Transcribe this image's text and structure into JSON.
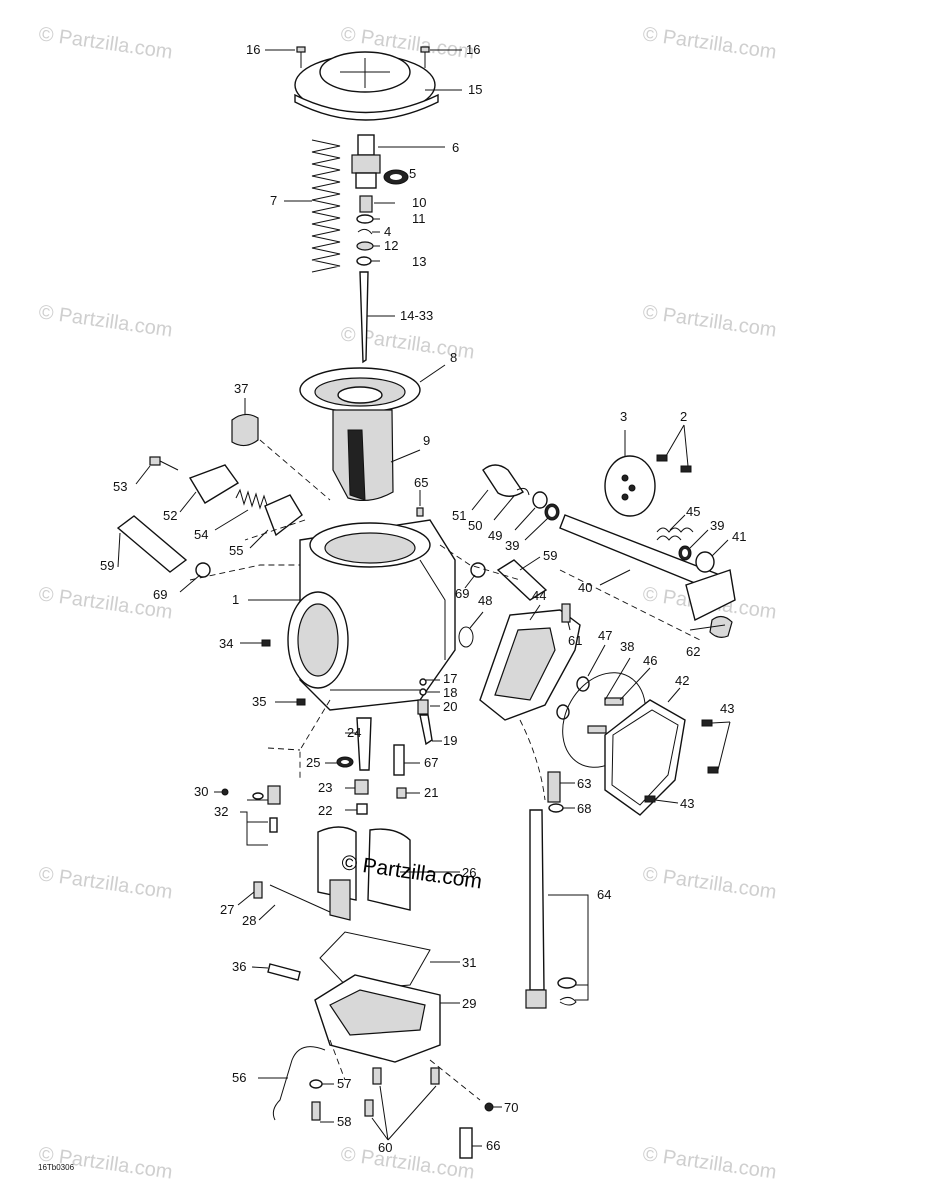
{
  "watermark_text": "© Partzilla.com",
  "center_brand": "© Partzilla.com",
  "drawing_code": "16Tb0306",
  "callouts": [
    "16",
    "16",
    "15",
    "6",
    "5",
    "7",
    "10",
    "11",
    "4",
    "12",
    "13",
    "14-33",
    "8",
    "37",
    "9",
    "3",
    "2",
    "53",
    "65",
    "52",
    "51",
    "50",
    "49",
    "39",
    "45",
    "39",
    "41",
    "54",
    "55",
    "59",
    "59",
    "69",
    "69",
    "1",
    "48",
    "44",
    "40",
    "61",
    "47",
    "38",
    "46",
    "62",
    "34",
    "42",
    "17",
    "18",
    "43",
    "35",
    "20",
    "24",
    "19",
    "25",
    "67",
    "63",
    "68",
    "23",
    "21",
    "43",
    "30",
    "32",
    "22",
    "26",
    "64",
    "27",
    "28",
    "31",
    "36",
    "29",
    "56",
    "57",
    "70",
    "58",
    "60",
    "66"
  ]
}
